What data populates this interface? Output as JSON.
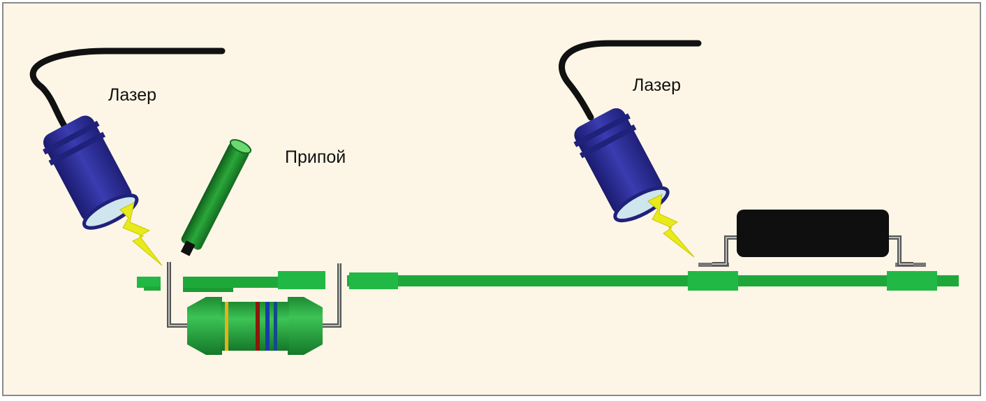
{
  "labels": {
    "laser_left": "Лазер",
    "laser_right": "Лазер",
    "solder": "Припой"
  },
  "colors": {
    "background": "#fdf6e6",
    "border": "#8a8a8a",
    "laser_head": "#27288c",
    "laser_cable": "#111111",
    "beam": "#e8ea1a",
    "solder_wire": "#1c8a2a",
    "pcb": "#1fa83a",
    "pad": "#22b845",
    "chip": "#0f0f0f",
    "lead": "#8a8a8a"
  }
}
